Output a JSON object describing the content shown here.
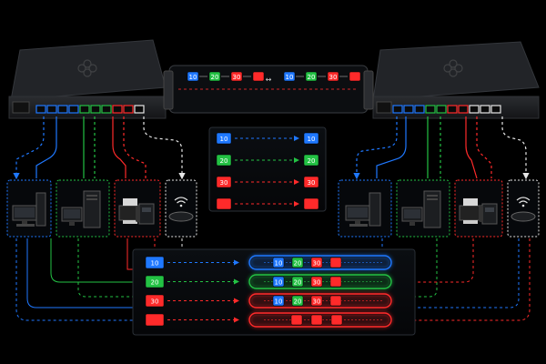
{
  "colors": {
    "bg": "#000000",
    "device_body": "#1a1b1d",
    "device_edge": "#2b2d31",
    "panel_bg": "#06080b",
    "panel_stroke": "#2a2f36",
    "blue": "#1f78ff",
    "green": "#23c244",
    "red": "#ff2a2a",
    "white": "#e6e6e6"
  },
  "vlan_tags": [
    "10",
    "20",
    "30"
  ],
  "legend": {
    "rows": [
      {
        "tag": "10",
        "color": "blue",
        "style": "dashed",
        "arrow": "right"
      },
      {
        "tag": "20",
        "color": "green",
        "style": "dashed",
        "arrow": "right"
      },
      {
        "tag": "30",
        "color": "red",
        "style": "dashed",
        "arrow": "right"
      },
      {
        "tag": "",
        "color": "red",
        "style": "dashed",
        "arrow": "right"
      }
    ]
  },
  "bottom_panel": {
    "rows": [
      {
        "tag": "10",
        "color": "blue",
        "tube_tags": [
          "10",
          "20",
          "30",
          ""
        ]
      },
      {
        "tag": "20",
        "color": "green",
        "tube_tags": [
          "10",
          "20",
          "30",
          ""
        ]
      },
      {
        "tag": "30",
        "color": "red",
        "tube_tags": [
          "10",
          "20",
          "30",
          ""
        ]
      },
      {
        "tag": "",
        "color": "red",
        "tube_tags": [
          "",
          "",
          "",
          ""
        ]
      }
    ]
  },
  "trunk_link": {
    "tags": [
      "10",
      "20",
      "30",
      "",
      "10",
      "20",
      "30",
      ""
    ]
  },
  "switches": [
    {
      "name": "left-switch",
      "ports": [
        "blue",
        "blue",
        "blue",
        "blue",
        "green",
        "green",
        "green",
        "red",
        "red",
        "white"
      ]
    },
    {
      "name": "right-switch",
      "ports": [
        "blue",
        "blue",
        "blue",
        "green",
        "green",
        "red",
        "red",
        "white",
        "white",
        "white"
      ]
    }
  ],
  "endpoints": [
    {
      "side": "left",
      "kind": "workstation",
      "vlan": "blue"
    },
    {
      "side": "left",
      "kind": "server-desktop",
      "vlan": "green"
    },
    {
      "side": "left",
      "kind": "printer-phone",
      "vlan": "red"
    },
    {
      "side": "left",
      "kind": "wireless-ap",
      "vlan": "white"
    },
    {
      "side": "right",
      "kind": "workstation",
      "vlan": "blue"
    },
    {
      "side": "right",
      "kind": "server-desktop",
      "vlan": "green"
    },
    {
      "side": "right",
      "kind": "printer-phone",
      "vlan": "red"
    },
    {
      "side": "right",
      "kind": "wireless-ap",
      "vlan": "white"
    }
  ]
}
